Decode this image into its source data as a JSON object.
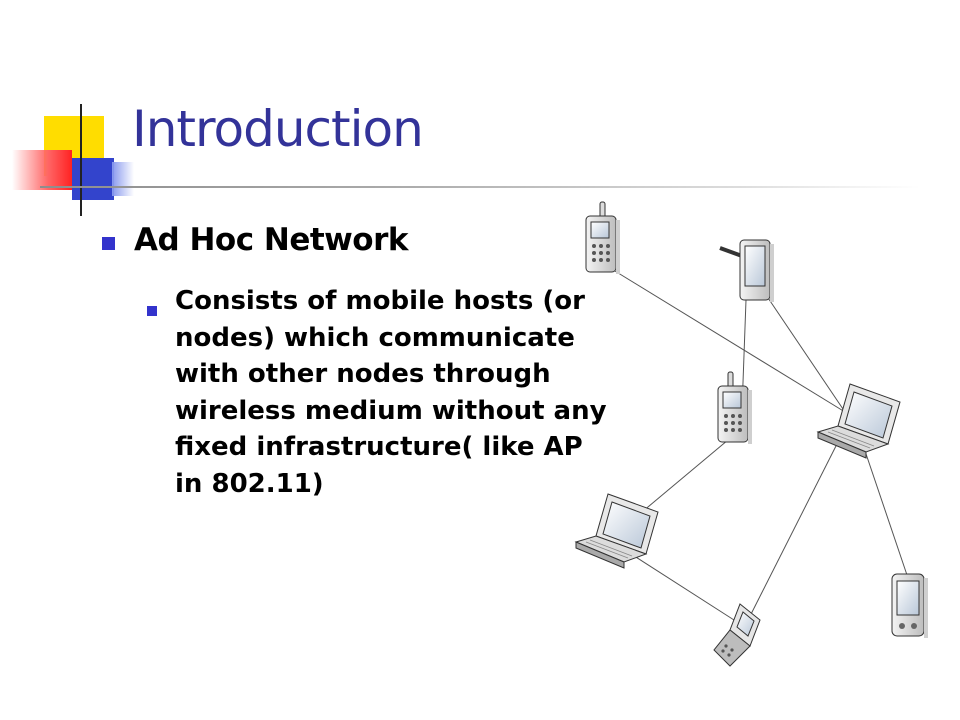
{
  "slide": {
    "title": "Introduction",
    "heading": "Ad Hoc Network",
    "body": "Consists of mobile hosts (or nodes) which communicate with other nodes through wireless medium without any fixed infrastructure( like AP in 802.11)"
  },
  "colors": {
    "title": "#333399",
    "bullet": "#3333cc",
    "accent_yellow": "#ffdd00",
    "accent_blue": "#3344cc",
    "accent_red": "#ff3333"
  },
  "diagram": {
    "nodes": [
      {
        "id": "phone-top",
        "icon": "cell-phone-icon"
      },
      {
        "id": "pda-top",
        "icon": "pda-with-stylus-icon"
      },
      {
        "id": "phone-middle",
        "icon": "cell-phone-icon"
      },
      {
        "id": "laptop-right",
        "icon": "laptop-icon"
      },
      {
        "id": "laptop-left",
        "icon": "laptop-icon"
      },
      {
        "id": "pda-bottom",
        "icon": "pda-icon"
      },
      {
        "id": "flip-phone-bottom",
        "icon": "flip-phone-icon"
      }
    ],
    "links": [
      [
        "phone-top",
        "laptop-right"
      ],
      [
        "pda-top",
        "phone-middle"
      ],
      [
        "pda-top",
        "laptop-right"
      ],
      [
        "phone-middle",
        "laptop-left"
      ],
      [
        "laptop-left",
        "flip-phone-bottom"
      ],
      [
        "laptop-right",
        "flip-phone-bottom"
      ],
      [
        "laptop-right",
        "pda-bottom"
      ]
    ]
  }
}
